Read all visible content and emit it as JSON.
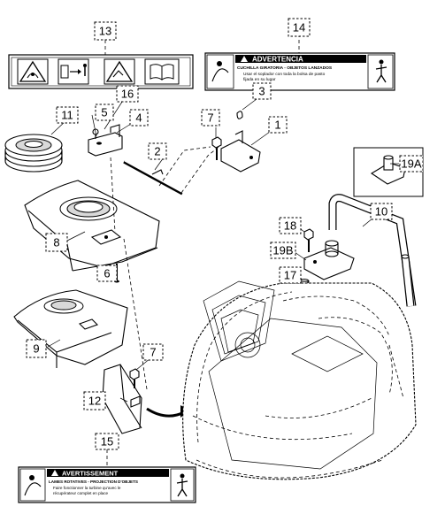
{
  "callouts": {
    "c1": "1",
    "c2": "2",
    "c3": "3",
    "c4": "4",
    "c5": "5",
    "c6": "6",
    "c7a": "7",
    "c7b": "7",
    "c8": "8",
    "c9": "9",
    "c10": "10",
    "c11": "11",
    "c12": "12",
    "c13": "13",
    "c14": "14",
    "c15": "15",
    "c16": "16",
    "c17": "17",
    "c18": "18",
    "c19A": "19A",
    "c19B": "19B"
  },
  "labels": {
    "spanish": {
      "title": "ADVERTENCIA",
      "line1": "CUCHILLA GIRATORIA - OBJETOS LANZADOS",
      "line2": "Usar el soplador con toda la bolsa de pasto",
      "line3": "fijada en su lugar"
    },
    "french": {
      "title": "AVERTISSEMENT",
      "line1": "LAMES ROTATIVES - PROJECTION D'OBJETS",
      "line2": "Faire fonctionner la turbine qu'avec le",
      "line3": "récupérateur complet en place"
    }
  },
  "icons": {
    "warning": "warning-triangle-icon",
    "book": "manual-book-icon",
    "hazard": "blade-hazard-icon",
    "person": "person-distance-icon"
  },
  "colors": {
    "line": "#000000",
    "label_banner": "#000000",
    "background": "#ffffff"
  }
}
